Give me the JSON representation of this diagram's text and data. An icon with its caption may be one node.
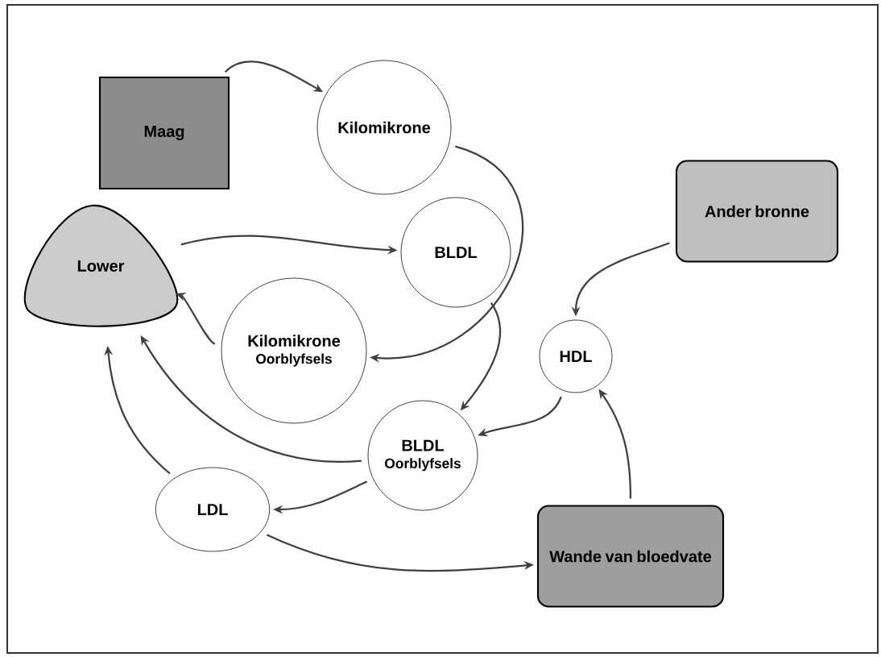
{
  "diagram": {
    "nodes": [
      {
        "text": [
          "Maag"
        ]
      },
      {
        "text": [
          "Kilomikrone"
        ]
      },
      {
        "text": [
          "Ander bronne"
        ]
      },
      {
        "text": [
          "Lower"
        ]
      },
      {
        "text": [
          "BLDL"
        ]
      },
      {
        "text": [
          "HDL"
        ]
      },
      {
        "text": [
          "Kilomikrone",
          "Oorblyfsels"
        ]
      },
      {
        "text": [
          "BLDL",
          "Oorblyfsels"
        ]
      },
      {
        "text": [
          "LDL"
        ]
      },
      {
        "text": [
          "Wande van bloedvate"
        ]
      }
    ],
    "edges": [
      {
        "from": 0,
        "to": 1,
        "arrow": "to"
      },
      {
        "from": 1,
        "to": 6,
        "arrow": "to"
      },
      {
        "from": 3,
        "to": 4,
        "arrow": "to"
      },
      {
        "from": 4,
        "to": 7,
        "arrow": "to"
      },
      {
        "from": 2,
        "to": 5,
        "arrow": "to"
      },
      {
        "from": 5,
        "to": 7,
        "arrow": "to"
      },
      {
        "from": 6,
        "to": 3,
        "arrow": "to"
      },
      {
        "from": 7,
        "to": 3,
        "arrow": "to"
      },
      {
        "from": 8,
        "to": 3,
        "arrow": "to"
      },
      {
        "from": 7,
        "to": 8,
        "arrow": "to"
      },
      {
        "from": 8,
        "to": 9,
        "arrow": "to"
      },
      {
        "from": 9,
        "to": 5,
        "arrow": "to"
      }
    ]
  }
}
